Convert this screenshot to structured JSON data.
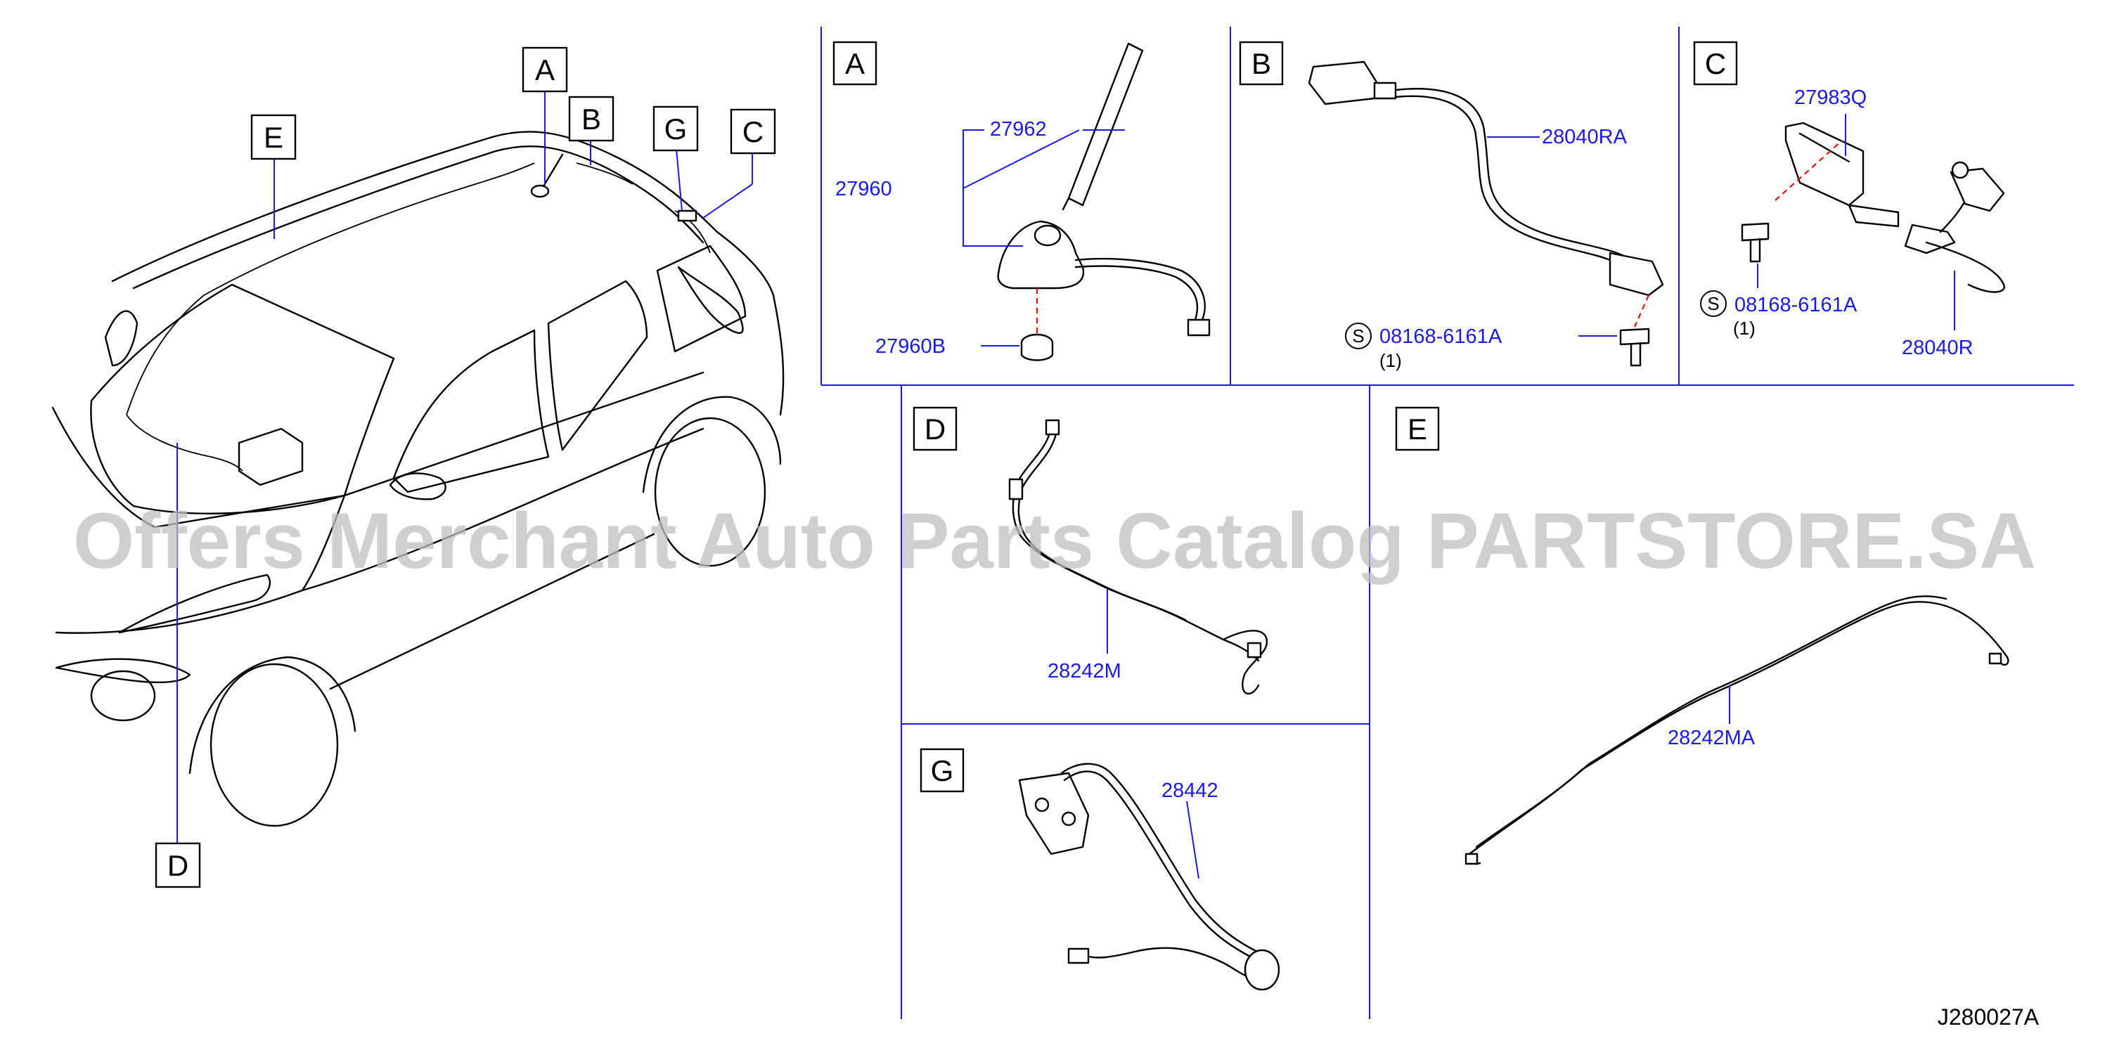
{
  "diagram": {
    "diagram_code": "J280027A",
    "watermark": "Offers Merchant Auto Parts Catalog PARTSTORE.SA",
    "overview": {
      "callouts": [
        "A",
        "B",
        "G",
        "C",
        "E",
        "D"
      ]
    },
    "panels": {
      "A": {
        "letter": "A",
        "parts": [
          "27962",
          "27960",
          "27960B"
        ]
      },
      "B": {
        "letter": "B",
        "parts": [
          "28040RA",
          "08168-6161A"
        ],
        "symbol": "S",
        "quantity": "(1)"
      },
      "C": {
        "letter": "C",
        "parts": [
          "27983Q",
          "08168-6161A",
          "28040R"
        ],
        "symbol": "S",
        "quantity": "(1)"
      },
      "D": {
        "letter": "D",
        "parts": [
          "28242M"
        ]
      },
      "E": {
        "letter": "E",
        "parts": [
          "28242MA"
        ]
      },
      "G": {
        "letter": "G",
        "parts": [
          "28442"
        ]
      }
    },
    "colors": {
      "part_label": "#1a1ae6",
      "leader_line": "#1a1ae6",
      "bolt_axis": "#e01010",
      "line_art": "#000000",
      "watermark": "#bfbfbf"
    }
  }
}
